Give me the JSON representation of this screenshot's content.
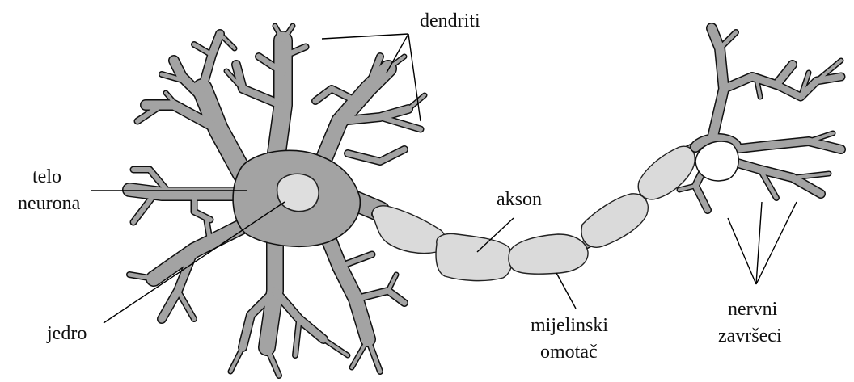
{
  "labels": {
    "dendrites": "dendriti",
    "cell_body_line1": "telo",
    "cell_body_line2": "neurona",
    "nucleus": "jedro",
    "axon": "akson",
    "myelin_line1": "mijelinski",
    "myelin_line2": "omotač",
    "endings_line1": "nervni",
    "endings_line2": "završeci"
  },
  "colors": {
    "cell_fill": "#a3a3a3",
    "nucleus_fill": "#dedede",
    "myelin_fill": "#dadada",
    "outline": "#111111"
  }
}
